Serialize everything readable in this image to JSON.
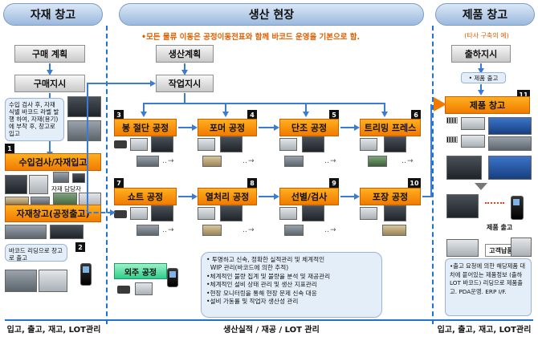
{
  "headers": {
    "left": "자재 창고",
    "center": "생산 현장",
    "right": "제품 창고"
  },
  "top_notice": "•모든 물류 이동은 공정이동전표와 함께 바코드 운영을 기본으로 함.",
  "right_subtitle": "(타사 구축의 예)",
  "left": {
    "purchase_plan": "구매 계획",
    "purchase_order": "구매지시",
    "inspection_note": "수입 검사 후, 자재식별 바코드 라벨 발행 하여, 자재(용기)에 부착 후, 창고로 입고",
    "incoming": "수입검사/자재입고",
    "person_label": "자재 담당자",
    "warehouse": "자재창고(공정출고)",
    "barcode_note": "바코드 리딩으로 창고로 출고",
    "footer": "입고, 출고, 재고, LOT관리"
  },
  "center": {
    "production_plan": "생산계획",
    "work_order": "작업지시",
    "processes": [
      {
        "num": "3",
        "label": "봉 절단 공정"
      },
      {
        "num": "4",
        "label": "포머 공정"
      },
      {
        "num": "5",
        "label": "단조 공정"
      },
      {
        "num": "6",
        "label": "트리밍 프레스"
      },
      {
        "num": "7",
        "label": "쇼트 공정"
      },
      {
        "num": "8",
        "label": "열처리 공정"
      },
      {
        "num": "9",
        "label": "선별/검사"
      },
      {
        "num": "10",
        "label": "포장 공정"
      }
    ],
    "outsource": "외주 공정",
    "bullets": [
      "• 투명하고 신속, 정확한 실적관리 및 체계적인",
      "  WIP 관리(바코드에 의한 추적)",
      "•체계적인 불량 집계 및 불량율 분석 및 재공관리",
      "•체계적인 설비 상태 관리 및 생산 지표관리",
      "•현장 모니터링을 통해 현장 문제 신속 대응",
      "•설비 가동률 및 작업자 생산성 관리"
    ],
    "footer": "생산실적 / 재공 / LOT 관리"
  },
  "right": {
    "shipping_order": "출하지시",
    "product_out": "• 제품 출고",
    "product_warehouse": "제품 창고",
    "product_out_label": "제품 출고",
    "customer": "고객납품",
    "shipping_note": "•출고 요청에 의한 해당제품 대차에 붙어있는 제품정보 (출하 LOT 바코드) 리딩으로 제품출고. PDA운영. ERP I/F.",
    "footer": "입고, 출고, 재고, LOT관리"
  },
  "step_numbers": {
    "incoming": "1",
    "warehouse": "2",
    "product": "11"
  },
  "colors": {
    "accent_orange": "#f07a00",
    "arrow_blue": "#3a7bd5",
    "header_blue": "#9bb9dd",
    "notice_orange": "#e06000"
  }
}
